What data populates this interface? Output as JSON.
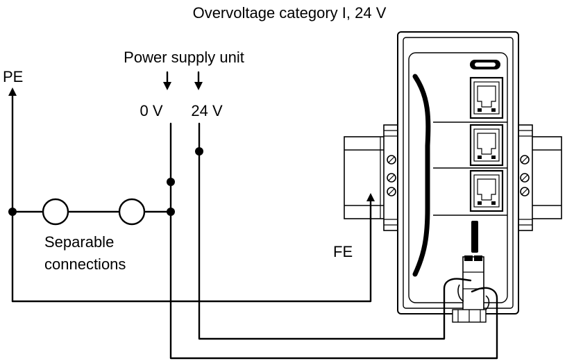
{
  "diagram": {
    "title": "Overvoltage category I, 24 V",
    "power_supply_label": "Power supply unit",
    "pe_label": "PE",
    "zero_v_label": "0 V",
    "twentyfour_v_label": "24 V",
    "separable_label_line1": "Separable",
    "separable_label_line2": "connections",
    "fe_label": "FE"
  }
}
